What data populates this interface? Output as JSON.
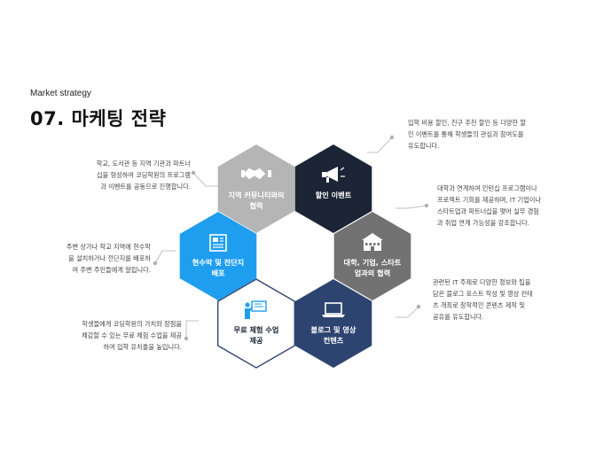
{
  "header": {
    "subtitle": "Market strategy",
    "title": "07. 마케팅 전략"
  },
  "colors": {
    "gray_light": "#b5b5b5",
    "navy_dark": "#1c2535",
    "gray_mid": "#727272",
    "blue_bright": "#1f9ef0",
    "white_outline": "#2e4470",
    "navy_mid": "#2e4470",
    "connector": "#b0b0b0"
  },
  "hexagons": [
    {
      "id": "community",
      "label_lines": [
        "지역 커뮤니티와의",
        "협력"
      ],
      "icon": "handshake-icon"
    },
    {
      "id": "discount",
      "label_lines": [
        "할인 이벤트"
      ],
      "icon": "megaphone-icon"
    },
    {
      "id": "university",
      "label_lines": [
        "대학, 기업, 스타트",
        "업과의 협력"
      ],
      "icon": "building-icon"
    },
    {
      "id": "flyer",
      "label_lines": [
        "현수막 및 전단지",
        "배포"
      ],
      "icon": "newspaper-icon"
    },
    {
      "id": "trial",
      "label_lines": [
        "무료 체험 수업",
        "제공"
      ],
      "icon": "presentation-icon"
    },
    {
      "id": "blog",
      "label_lines": [
        "블로그 및 영상",
        "컨텐츠"
      ],
      "icon": "laptop-icon"
    }
  ],
  "descriptions": {
    "community": "학교, 도서관 등 지역 기관과 파트너\n십을 형성하여 코딩학원의 프로그램\n과 이벤트를 공동으로 진행합니다.",
    "discount": "입학 비용 할인, 친구 추천 할인 등 다양한 할\n인 이벤트를 통해 학생들의 관심과 참여도를\n유도합니다.",
    "university": "대학과 연계하여 인턴십 프로그램이나\n프로젝트 기회를 제공하며, IT 기업이나\n스타트업과 파트너십을 맺어 실무 경험\n과 취업 연계 가능성을 강조합니다.",
    "flyer": "주변 상가나 학교 지역에 현수막\n을 설치하거나 전단지를 배포하\n여 주변 주민들에게 알립니다.",
    "trial": "학생들에게 코딩학원의 가치와 장점을\n체감할 수 있는 무료 체험 수업을 제공\n하여 입학 유치율을 높입니다.",
    "blog": "관련된 IT 주제로 다양한 정보와 팁을\n담은 블로그 포스트 작성 및 영상 컨테\n츠 개최로 창작적인 콘텐츠 제작 및\n공유를 유도합니다."
  }
}
